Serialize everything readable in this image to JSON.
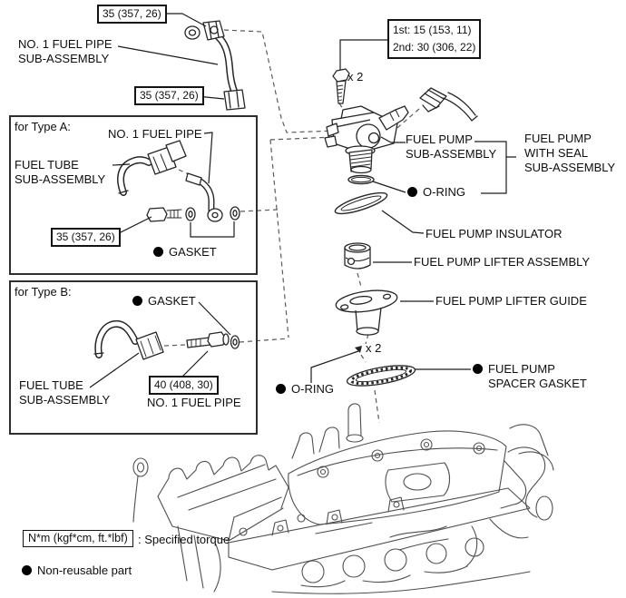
{
  "diagram": {
    "top_pipe": {
      "torque_upper": "35 (357, 26)",
      "torque_lower": "35 (357, 26)",
      "label_line1": "NO. 1 FUEL PIPE",
      "label_line2": "SUB-ASSEMBLY"
    },
    "mount_bolt": {
      "torque_line1": "1st: 15 (153, 11)",
      "torque_line2": "2nd: 30 (306, 22)",
      "count": "x 2"
    },
    "type_a": {
      "title": "for Type A:",
      "fuel_pipe": "NO. 1 FUEL PIPE",
      "fuel_tube_line1": "FUEL TUBE",
      "fuel_tube_line2": "SUB-ASSEMBLY",
      "torque": "35 (357, 26)",
      "gasket": "GASKET"
    },
    "type_b": {
      "title": "for Type B:",
      "gasket": "GASKET",
      "fuel_tube_line1": "FUEL TUBE",
      "fuel_tube_line2": "SUB-ASSEMBLY",
      "torque": "40 (408, 30)",
      "fuel_pipe": "NO. 1 FUEL PIPE"
    },
    "pump_stack": {
      "pump_line1": "FUEL PUMP",
      "pump_line2": "SUB-ASSEMBLY",
      "with_seal_line1": "FUEL PUMP",
      "with_seal_line2": "WITH SEAL",
      "with_seal_line3": "SUB-ASSEMBLY",
      "o_ring_upper": "O-RING",
      "insulator": "FUEL PUMP INSULATOR",
      "lifter": "FUEL PUMP LIFTER ASSEMBLY",
      "lifter_guide": "FUEL PUMP LIFTER GUIDE",
      "bolt_count": "x 2",
      "o_ring_lower": "O-RING",
      "spacer_line1": "FUEL PUMP",
      "spacer_line2": "SPACER GASKET"
    },
    "legend": {
      "torque_units": "N*m (kgf*cm, ft.*lbf)",
      "torque_desc": ": Specified torque",
      "non_reusable": "Non-reusable part"
    }
  }
}
